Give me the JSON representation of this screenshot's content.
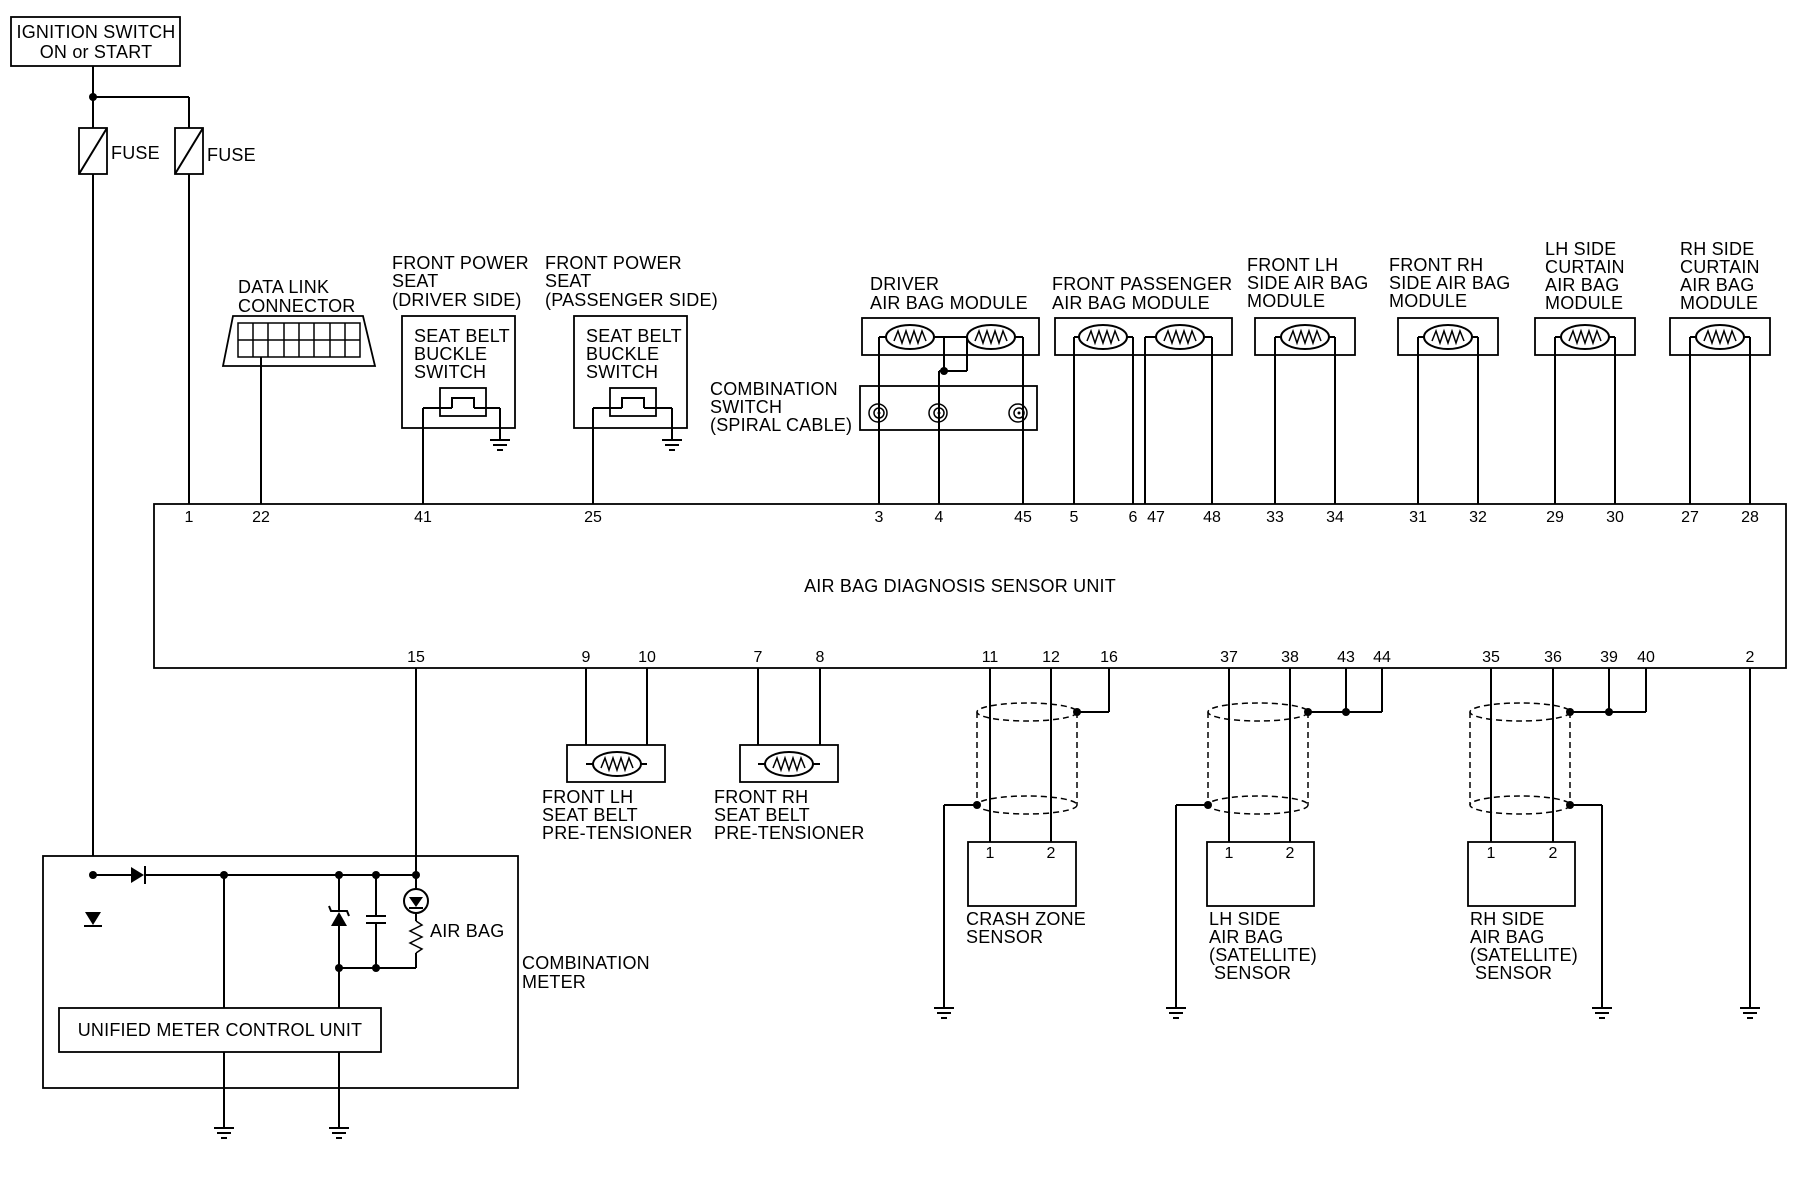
{
  "diagram": {
    "ignition": {
      "line1": "IGNITION SWITCH",
      "line2": "ON or START"
    },
    "fuse_label": "FUSE",
    "data_link": {
      "line1": "DATA LINK",
      "line2": "CONNECTOR"
    },
    "seat_driver": {
      "line1": "FRONT POWER",
      "line2": "SEAT",
      "line3": "(DRIVER SIDE)"
    },
    "seat_passenger": {
      "line1": "FRONT POWER",
      "line2": "SEAT",
      "line3": "(PASSENGER SIDE)"
    },
    "buckle_switch": {
      "line1": "SEAT BELT",
      "line2": "BUCKLE",
      "line3": "SWITCH"
    },
    "combination_switch": {
      "line1": "COMBINATION",
      "line2": "SWITCH",
      "line3": "(SPIRAL CABLE)"
    },
    "driver_module": {
      "line1": "DRIVER",
      "line2": "AIR BAG MODULE"
    },
    "passenger_module": {
      "line1": "FRONT PASSENGER",
      "line2": "AIR BAG MODULE"
    },
    "lh_side_module": {
      "line1": "FRONT LH",
      "line2": "SIDE AIR BAG",
      "line3": "MODULE"
    },
    "rh_side_module": {
      "line1": "FRONT RH",
      "line2": "SIDE AIR BAG",
      "line3": "MODULE"
    },
    "lh_curtain": {
      "line1": "LH SIDE",
      "line2": "CURTAIN",
      "line3": "AIR BAG",
      "line4": "MODULE"
    },
    "rh_curtain": {
      "line1": "RH SIDE",
      "line2": "CURTAIN",
      "line3": "AIR BAG",
      "line4": "MODULE"
    },
    "main_unit": "AIR BAG DIAGNOSIS SENSOR UNIT",
    "top_pins": [
      "1",
      "22",
      "41",
      "25",
      "3",
      "4",
      "45",
      "5",
      "6",
      "47",
      "48",
      "33",
      "34",
      "31",
      "32",
      "29",
      "30",
      "27",
      "28"
    ],
    "bottom_pins": [
      "15",
      "9",
      "10",
      "7",
      "8",
      "11",
      "12",
      "16",
      "37",
      "38",
      "43",
      "44",
      "35",
      "36",
      "39",
      "40",
      "2"
    ],
    "lh_pretensioner": {
      "line1": "FRONT LH",
      "line2": "SEAT BELT",
      "line3": "PRE-TENSIONER"
    },
    "rh_pretensioner": {
      "line1": "FRONT RH",
      "line2": "SEAT BELT",
      "line3": "PRE-TENSIONER"
    },
    "crash_zone": {
      "pin1": "1",
      "pin2": "2",
      "line1": "CRASH ZONE",
      "line2": "SENSOR"
    },
    "lh_satellite": {
      "pin1": "1",
      "pin2": "2",
      "line1": "LH SIDE",
      "line2": "AIR BAG",
      "line3": "(SATELLITE)",
      "line4": "SENSOR"
    },
    "rh_satellite": {
      "pin1": "1",
      "pin2": "2",
      "line1": "RH SIDE",
      "line2": "AIR BAG",
      "line3": "(SATELLITE)",
      "line4": "SENSOR"
    },
    "air_bag_lamp": "AIR BAG",
    "combination_meter": {
      "line1": "COMBINATION",
      "line2": "METER"
    },
    "meter_control": "UNIFIED METER CONTROL UNIT"
  }
}
